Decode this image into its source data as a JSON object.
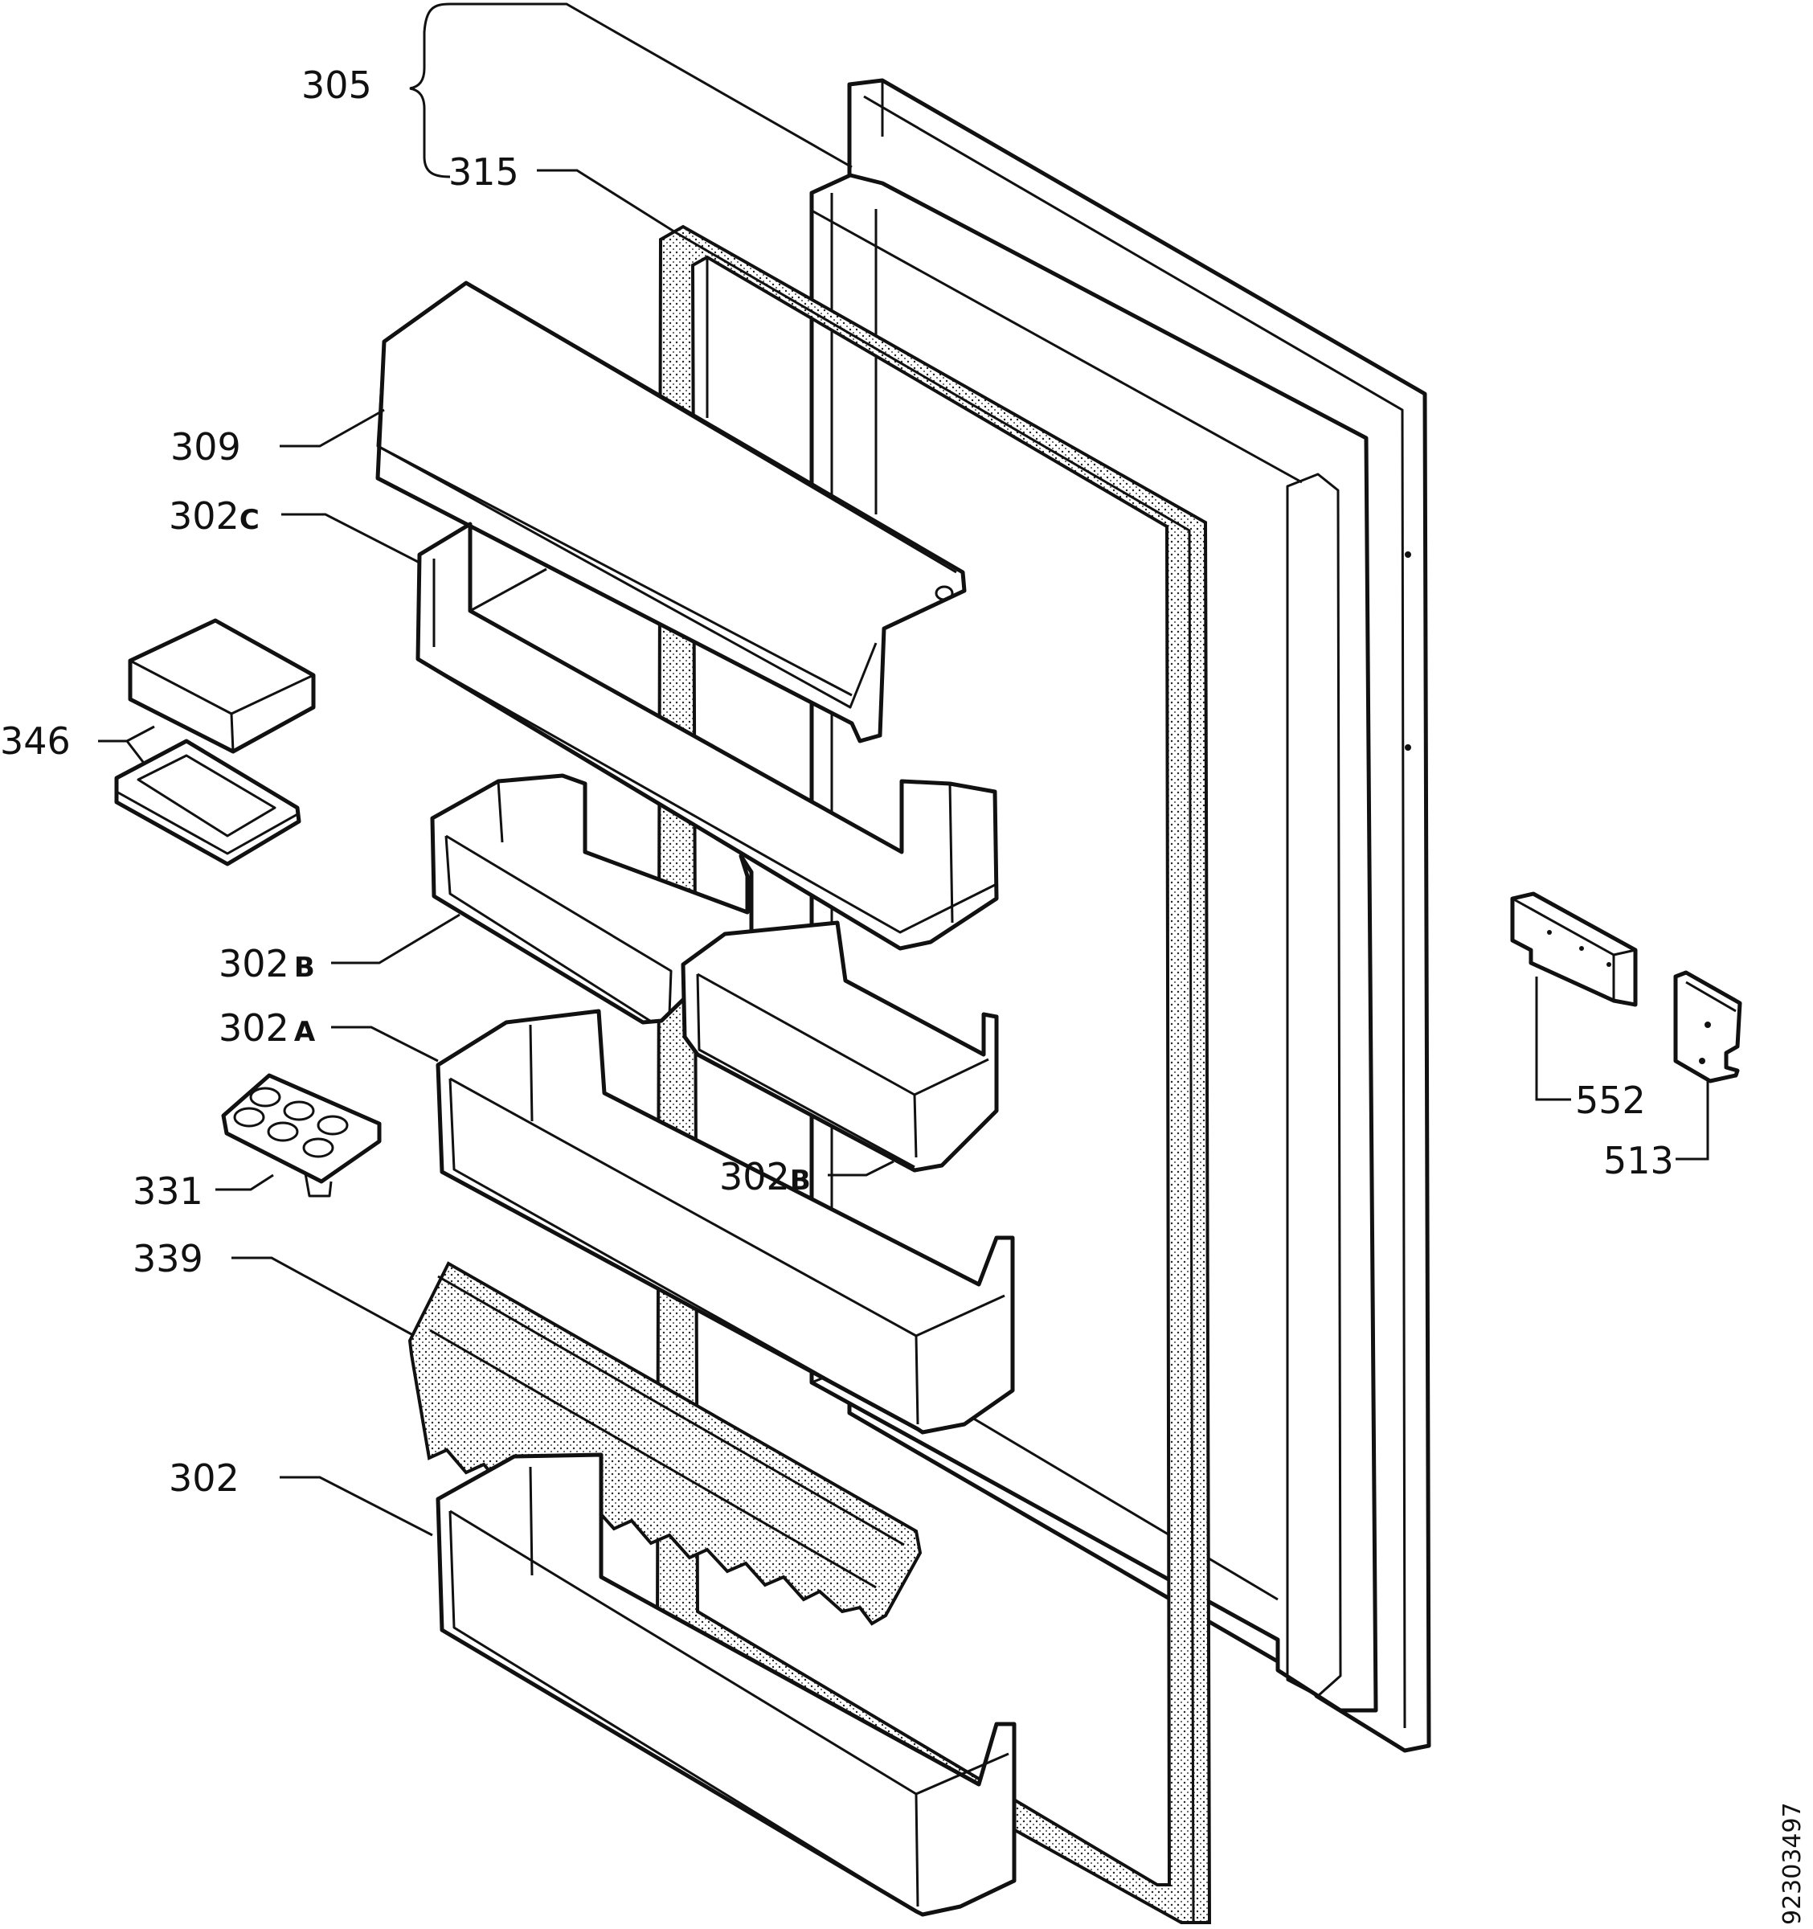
{
  "diagram": {
    "document_id": "92303497",
    "labels": {
      "l305": "305",
      "l315": "315",
      "l309": "309",
      "l302c_num": "302",
      "l302c_suffix": "C",
      "l346": "346",
      "l302b_left_num": "302",
      "l302b_left_suffix": "B",
      "l302a_num": "302",
      "l302a_suffix": "A",
      "l302b_right_num": "302",
      "l302b_right_suffix": "B",
      "l331": "331",
      "l339": "339",
      "l302": "302",
      "l552": "552",
      "l513": "513"
    }
  }
}
